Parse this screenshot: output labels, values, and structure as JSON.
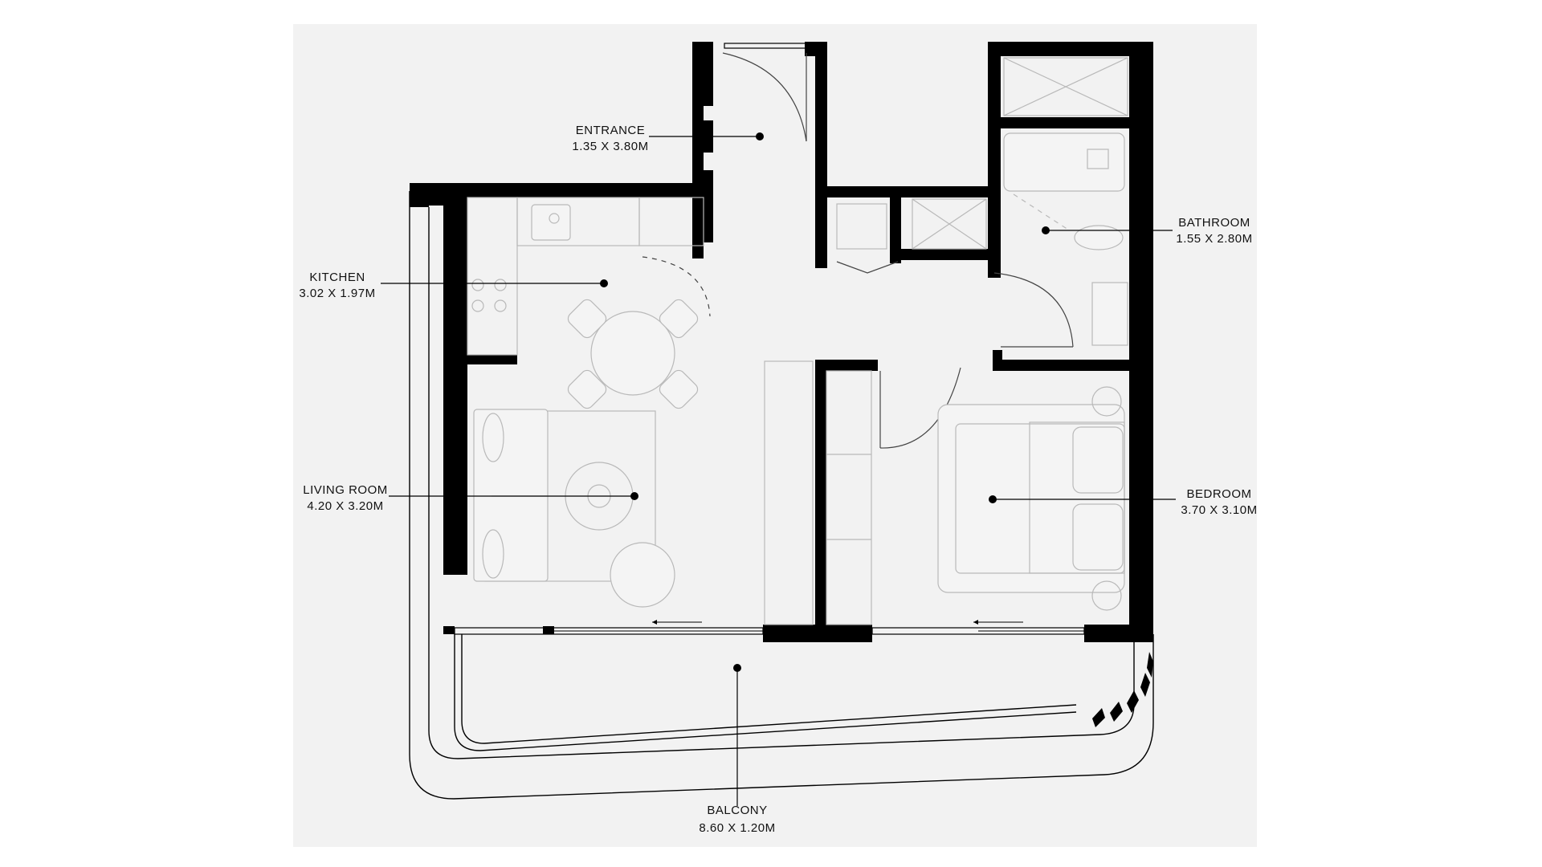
{
  "rooms": {
    "entrance": {
      "name": "ENTRANCE",
      "dims": "1.35 X 3.80M"
    },
    "kitchen": {
      "name": "KITCHEN",
      "dims": "3.02 X 1.97M"
    },
    "living_room": {
      "name": "LIVING ROOM",
      "dims": "4.20 X 3.20M"
    },
    "bathroom": {
      "name": "BATHROOM",
      "dims": "1.55 X 2.80M"
    },
    "bedroom": {
      "name": "BEDROOM",
      "dims": "3.70 X 3.10M"
    },
    "balcony": {
      "name": "BALCONY",
      "dims": "8.60 X 1.20M"
    }
  },
  "colors": {
    "panel": "#f2f2f2",
    "wall": "#000000",
    "furniture": "#b9b9b9"
  }
}
